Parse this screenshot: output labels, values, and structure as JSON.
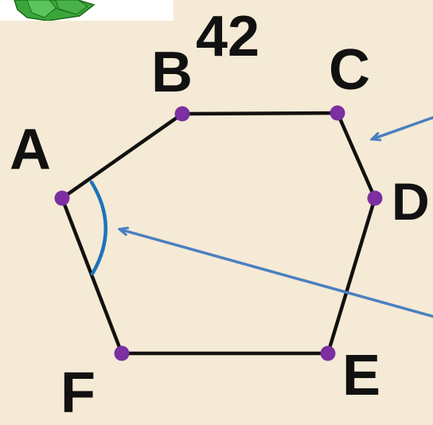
{
  "page_number": "42",
  "vertices": {
    "A": "A",
    "B": "B",
    "C": "C",
    "D": "D",
    "E": "E",
    "F": "F"
  },
  "colors": {
    "background": "#f5ead5",
    "edge": "#111111",
    "vertex_dot": "#7b2fa0",
    "angle_arc": "#1b75bb",
    "pointer_arrow": "#4a7fc0",
    "thumbnail_green": "#3aa63a"
  },
  "icons": {
    "thumbnail": "green-polyhedron-icon"
  }
}
